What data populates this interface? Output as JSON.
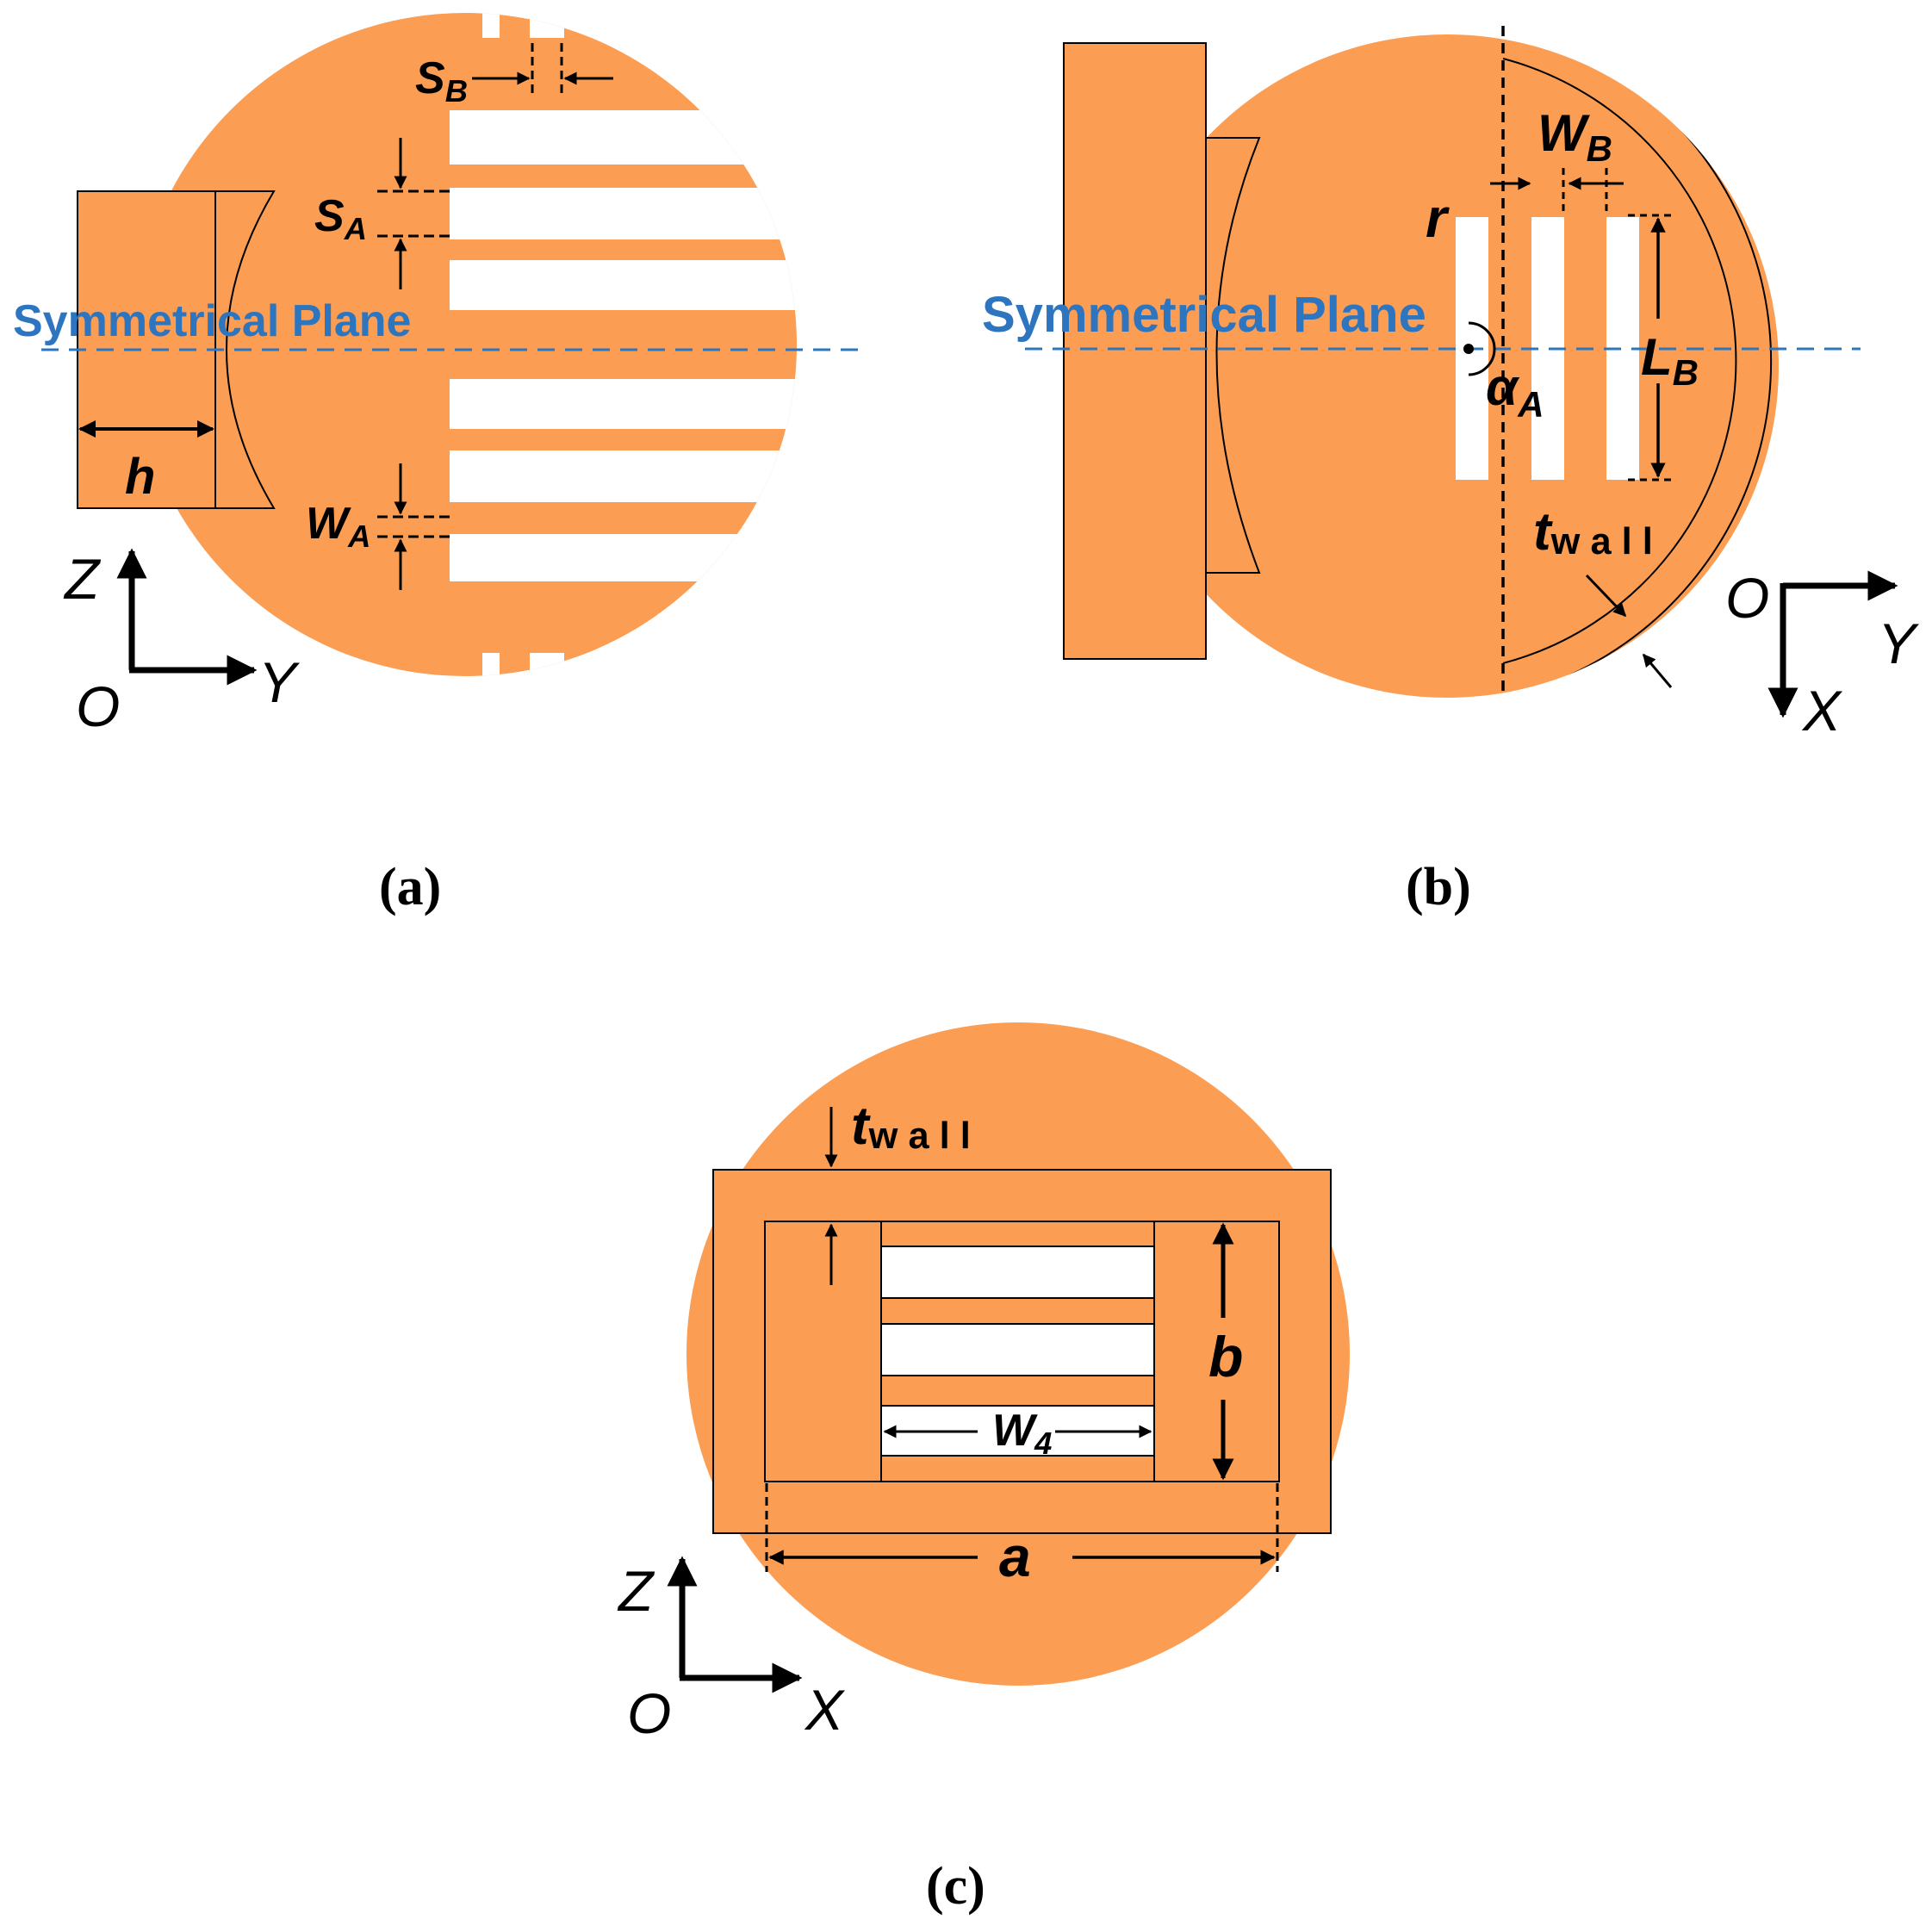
{
  "colors": {
    "metal": "#FB9D53",
    "symmetry_line": "#2E75C0",
    "outline": "#000000",
    "background": "#FFFFFF"
  },
  "panel_a": {
    "caption": "(a)",
    "plane_label": "Symmetrical Plane",
    "h_label": "h",
    "sb": {
      "main": "S",
      "sub": "B"
    },
    "sa": {
      "main": "S",
      "sub": "A"
    },
    "wa": {
      "main": "W",
      "sub": "A"
    },
    "axes": {
      "vertical": "Z",
      "horizontal": "Y",
      "origin": "O"
    }
  },
  "panel_b": {
    "caption": "(b)",
    "plane_label": "Symmetrical Plane",
    "r_label": "r",
    "wb": {
      "main": "W",
      "sub": "B"
    },
    "lb": {
      "main": "L",
      "sub": "B"
    },
    "alpha": {
      "main": "α",
      "sub": "A"
    },
    "twall": {
      "main": "t",
      "sub": "w a l l"
    },
    "axes": {
      "horizontal": "Y",
      "vertical": "X",
      "origin": "O"
    }
  },
  "panel_c": {
    "caption": "(c)",
    "twall": {
      "main": "t",
      "sub": "w a l l"
    },
    "b_label": "b",
    "a_label": "a",
    "w4": {
      "main": "W",
      "sub": "4"
    },
    "axes": {
      "vertical": "Z",
      "horizontal": "X",
      "origin": "O"
    }
  }
}
